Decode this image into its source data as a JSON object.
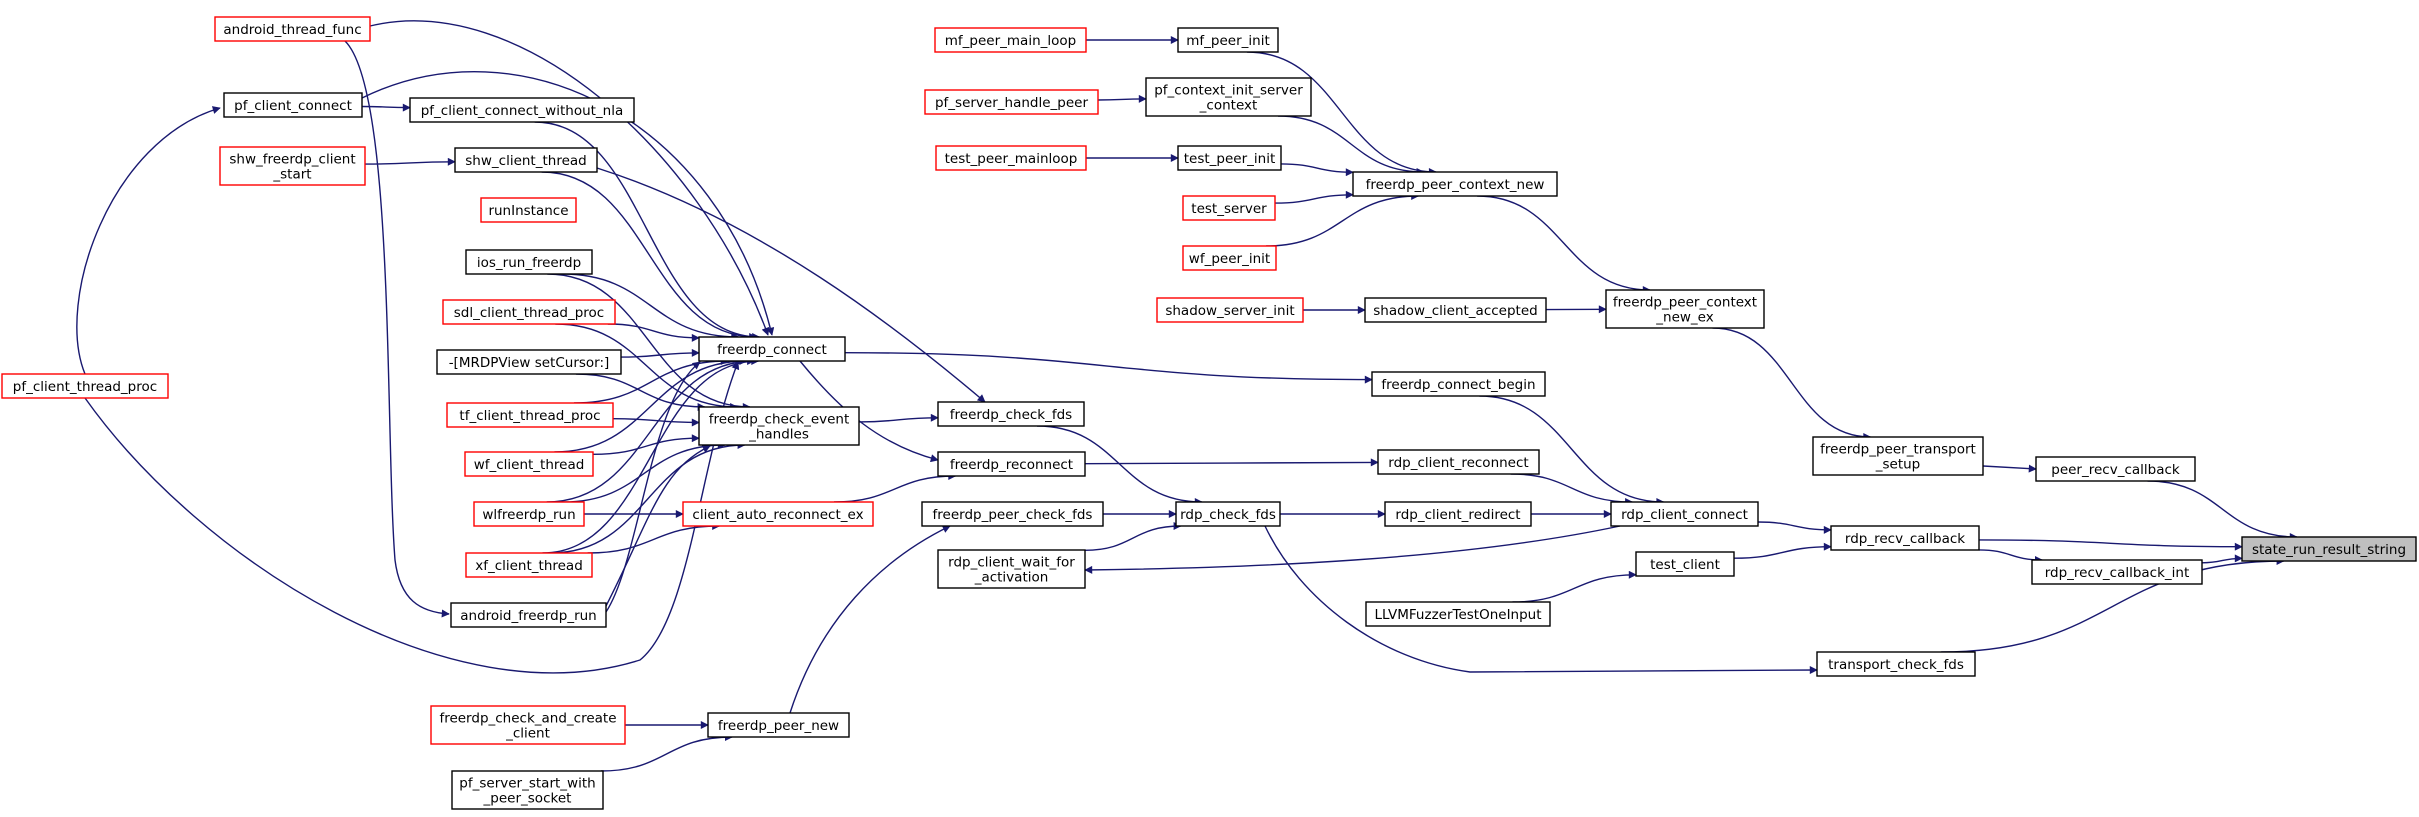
{
  "graph": {
    "colors": {
      "edge": "#191970",
      "link_border": "#000000",
      "nolink_border": "#ff0000",
      "focus_fill": "#bfbfbf"
    },
    "nodes": [
      {
        "id": "state_run_result_string",
        "lines": [
          "state_run_result_string"
        ],
        "style": "focus"
      },
      {
        "id": "peer_recv_callback",
        "lines": [
          "peer_recv_callback"
        ],
        "style": "black"
      },
      {
        "id": "rdp_recv_callback",
        "lines": [
          "rdp_recv_callback"
        ],
        "style": "black"
      },
      {
        "id": "rdp_recv_callback_int",
        "lines": [
          "rdp_recv_callback_int"
        ],
        "style": "black"
      },
      {
        "id": "transport_check_fds",
        "lines": [
          "transport_check_fds"
        ],
        "style": "black"
      },
      {
        "id": "freerdp_peer_transport_setup",
        "lines": [
          "freerdp_peer_transport",
          "_setup"
        ],
        "style": "black"
      },
      {
        "id": "rdp_client_connect",
        "lines": [
          "rdp_client_connect"
        ],
        "style": "black"
      },
      {
        "id": "test_client",
        "lines": [
          "test_client"
        ],
        "style": "black"
      },
      {
        "id": "freerdp_peer_context_new_ex",
        "lines": [
          "freerdp_peer_context",
          "_new_ex"
        ],
        "style": "black"
      },
      {
        "id": "freerdp_connect_begin",
        "lines": [
          "freerdp_connect_begin"
        ],
        "style": "black"
      },
      {
        "id": "rdp_client_reconnect",
        "lines": [
          "rdp_client_reconnect"
        ],
        "style": "black"
      },
      {
        "id": "rdp_client_redirect",
        "lines": [
          "rdp_client_redirect"
        ],
        "style": "black"
      },
      {
        "id": "LLVMFuzzerTestOneInput",
        "lines": [
          "LLVMFuzzerTestOneInput"
        ],
        "style": "black"
      },
      {
        "id": "freerdp_peer_context_new",
        "lines": [
          "freerdp_peer_context_new"
        ],
        "style": "black"
      },
      {
        "id": "shadow_client_accepted",
        "lines": [
          "shadow_client_accepted"
        ],
        "style": "black"
      },
      {
        "id": "rdp_check_fds",
        "lines": [
          "rdp_check_fds"
        ],
        "style": "black"
      },
      {
        "id": "mf_peer_init",
        "lines": [
          "mf_peer_init"
        ],
        "style": "black"
      },
      {
        "id": "pf_context_init_server_context",
        "lines": [
          "pf_context_init_server",
          "_context"
        ],
        "style": "black"
      },
      {
        "id": "test_peer_init",
        "lines": [
          "test_peer_init"
        ],
        "style": "black"
      },
      {
        "id": "test_server",
        "lines": [
          "test_server"
        ],
        "style": "red"
      },
      {
        "id": "wf_peer_init",
        "lines": [
          "wf_peer_init"
        ],
        "style": "red"
      },
      {
        "id": "shadow_server_init",
        "lines": [
          "shadow_server_init"
        ],
        "style": "red"
      },
      {
        "id": "freerdp_check_fds",
        "lines": [
          "freerdp_check_fds"
        ],
        "style": "black"
      },
      {
        "id": "freerdp_reconnect",
        "lines": [
          "freerdp_reconnect"
        ],
        "style": "black"
      },
      {
        "id": "freerdp_peer_check_fds",
        "lines": [
          "freerdp_peer_check_fds"
        ],
        "style": "black"
      },
      {
        "id": "rdp_client_wait_for_activation",
        "lines": [
          "rdp_client_wait_for",
          "_activation"
        ],
        "style": "black"
      },
      {
        "id": "mf_peer_main_loop",
        "lines": [
          "mf_peer_main_loop"
        ],
        "style": "red"
      },
      {
        "id": "pf_server_handle_peer",
        "lines": [
          "pf_server_handle_peer"
        ],
        "style": "red"
      },
      {
        "id": "test_peer_mainloop",
        "lines": [
          "test_peer_mainloop"
        ],
        "style": "red"
      },
      {
        "id": "freerdp_connect",
        "lines": [
          "freerdp_connect"
        ],
        "style": "black"
      },
      {
        "id": "freerdp_check_event_handles",
        "lines": [
          "freerdp_check_event",
          "_handles"
        ],
        "style": "black"
      },
      {
        "id": "client_auto_reconnect_ex",
        "lines": [
          "client_auto_reconnect_ex"
        ],
        "style": "red"
      },
      {
        "id": "freerdp_peer_new",
        "lines": [
          "freerdp_peer_new"
        ],
        "style": "black"
      },
      {
        "id": "freerdp_check_and_create_client",
        "lines": [
          "freerdp_check_and_create",
          "_client"
        ],
        "style": "red"
      },
      {
        "id": "pf_server_start_with_peer_socket",
        "lines": [
          "pf_server_start_with",
          "_peer_socket"
        ],
        "style": "black"
      },
      {
        "id": "android_thread_func",
        "lines": [
          "android_thread_func"
        ],
        "style": "red"
      },
      {
        "id": "pf_client_connect",
        "lines": [
          "pf_client_connect"
        ],
        "style": "black"
      },
      {
        "id": "pf_client_connect_without_nla",
        "lines": [
          "pf_client_connect_without_nla"
        ],
        "style": "black"
      },
      {
        "id": "shw_freerdp_client_start",
        "lines": [
          "shw_freerdp_client",
          "_start"
        ],
        "style": "red"
      },
      {
        "id": "shw_client_thread",
        "lines": [
          "shw_client_thread"
        ],
        "style": "black"
      },
      {
        "id": "runInstance",
        "lines": [
          "runInstance"
        ],
        "style": "red"
      },
      {
        "id": "ios_run_freerdp",
        "lines": [
          "ios_run_freerdp"
        ],
        "style": "black"
      },
      {
        "id": "sdl_client_thread_proc",
        "lines": [
          "sdl_client_thread_proc"
        ],
        "style": "red"
      },
      {
        "id": "MRDPView_setCursor",
        "lines": [
          "-[MRDPView setCursor:]"
        ],
        "style": "black"
      },
      {
        "id": "tf_client_thread_proc",
        "lines": [
          "tf_client_thread_proc"
        ],
        "style": "red"
      },
      {
        "id": "wf_client_thread",
        "lines": [
          "wf_client_thread"
        ],
        "style": "red"
      },
      {
        "id": "wlfreerdp_run",
        "lines": [
          "wlfreerdp_run"
        ],
        "style": "red"
      },
      {
        "id": "xf_client_thread",
        "lines": [
          "xf_client_thread"
        ],
        "style": "red"
      },
      {
        "id": "android_freerdp_run",
        "lines": [
          "android_freerdp_run"
        ],
        "style": "black"
      },
      {
        "id": "pf_client_thread_proc",
        "lines": [
          "pf_client_thread_proc"
        ],
        "style": "red"
      }
    ],
    "edges": [
      [
        "peer_recv_callback",
        "state_run_result_string"
      ],
      [
        "rdp_recv_callback",
        "state_run_result_string"
      ],
      [
        "rdp_recv_callback_int",
        "state_run_result_string"
      ],
      [
        "transport_check_fds",
        "state_run_result_string"
      ],
      [
        "freerdp_peer_transport_setup",
        "peer_recv_callback"
      ],
      [
        "rdp_recv_callback",
        "rdp_recv_callback_int"
      ],
      [
        "rdp_client_connect",
        "rdp_recv_callback"
      ],
      [
        "test_client",
        "rdp_recv_callback"
      ],
      [
        "freerdp_peer_context_new_ex",
        "freerdp_peer_transport_setup"
      ],
      [
        "freerdp_connect_begin",
        "rdp_client_connect"
      ],
      [
        "rdp_client_reconnect",
        "rdp_client_connect"
      ],
      [
        "rdp_client_redirect",
        "rdp_client_connect"
      ],
      [
        "rdp_client_connect",
        "rdp_client_wait_for_activation"
      ],
      [
        "LLVMFuzzerTestOneInput",
        "test_client"
      ],
      [
        "rdp_check_fds",
        "transport_check_fds"
      ],
      [
        "freerdp_peer_context_new",
        "freerdp_peer_context_new_ex"
      ],
      [
        "shadow_client_accepted",
        "freerdp_peer_context_new_ex"
      ],
      [
        "freerdp_connect",
        "freerdp_connect_begin"
      ],
      [
        "freerdp_reconnect",
        "rdp_client_reconnect"
      ],
      [
        "rdp_check_fds",
        "rdp_client_redirect"
      ],
      [
        "mf_peer_init",
        "freerdp_peer_context_new"
      ],
      [
        "pf_context_init_server_context",
        "freerdp_peer_context_new"
      ],
      [
        "test_peer_init",
        "freerdp_peer_context_new"
      ],
      [
        "test_server",
        "freerdp_peer_context_new"
      ],
      [
        "wf_peer_init",
        "freerdp_peer_context_new"
      ],
      [
        "shadow_server_init",
        "shadow_client_accepted"
      ],
      [
        "freerdp_check_fds",
        "rdp_check_fds"
      ],
      [
        "freerdp_peer_check_fds",
        "rdp_check_fds"
      ],
      [
        "rdp_client_wait_for_activation",
        "rdp_check_fds"
      ],
      [
        "mf_peer_main_loop",
        "mf_peer_init"
      ],
      [
        "pf_server_handle_peer",
        "pf_context_init_server_context"
      ],
      [
        "test_peer_mainloop",
        "test_peer_init"
      ],
      [
        "freerdp_check_event_handles",
        "freerdp_check_fds"
      ],
      [
        "shw_client_thread",
        "freerdp_check_fds"
      ],
      [
        "client_auto_reconnect_ex",
        "freerdp_reconnect"
      ],
      [
        "freerdp_connect",
        "freerdp_reconnect"
      ],
      [
        "freerdp_peer_new",
        "freerdp_peer_check_fds"
      ],
      [
        "freerdp_check_and_create_client",
        "freerdp_peer_new"
      ],
      [
        "pf_server_start_with_peer_socket",
        "freerdp_peer_new"
      ],
      [
        "android_thread_func",
        "freerdp_connect"
      ],
      [
        "pf_client_connect",
        "freerdp_connect"
      ],
      [
        "pf_client_connect_without_nla",
        "freerdp_connect"
      ],
      [
        "shw_client_thread",
        "freerdp_connect"
      ],
      [
        "ios_run_freerdp",
        "freerdp_connect"
      ],
      [
        "sdl_client_thread_proc",
        "freerdp_connect"
      ],
      [
        "MRDPView_setCursor",
        "freerdp_connect"
      ],
      [
        "tf_client_thread_proc",
        "freerdp_connect"
      ],
      [
        "wf_client_thread",
        "freerdp_connect"
      ],
      [
        "wlfreerdp_run",
        "freerdp_connect"
      ],
      [
        "xf_client_thread",
        "freerdp_connect"
      ],
      [
        "android_freerdp_run",
        "freerdp_connect"
      ],
      [
        "pf_client_thread_proc",
        "freerdp_connect"
      ],
      [
        "ios_run_freerdp",
        "freerdp_check_event_handles"
      ],
      [
        "sdl_client_thread_proc",
        "freerdp_check_event_handles"
      ],
      [
        "MRDPView_setCursor",
        "freerdp_check_event_handles"
      ],
      [
        "tf_client_thread_proc",
        "freerdp_check_event_handles"
      ],
      [
        "wf_client_thread",
        "freerdp_check_event_handles"
      ],
      [
        "wlfreerdp_run",
        "freerdp_check_event_handles"
      ],
      [
        "xf_client_thread",
        "freerdp_check_event_handles"
      ],
      [
        "android_freerdp_run",
        "freerdp_check_event_handles"
      ],
      [
        "wlfreerdp_run",
        "client_auto_reconnect_ex"
      ],
      [
        "xf_client_thread",
        "client_auto_reconnect_ex"
      ],
      [
        "pf_client_connect",
        "pf_client_connect_without_nla"
      ],
      [
        "shw_freerdp_client_start",
        "shw_client_thread"
      ],
      [
        "android_thread_func",
        "android_freerdp_run"
      ],
      [
        "pf_client_thread_proc",
        "pf_client_connect"
      ]
    ]
  }
}
